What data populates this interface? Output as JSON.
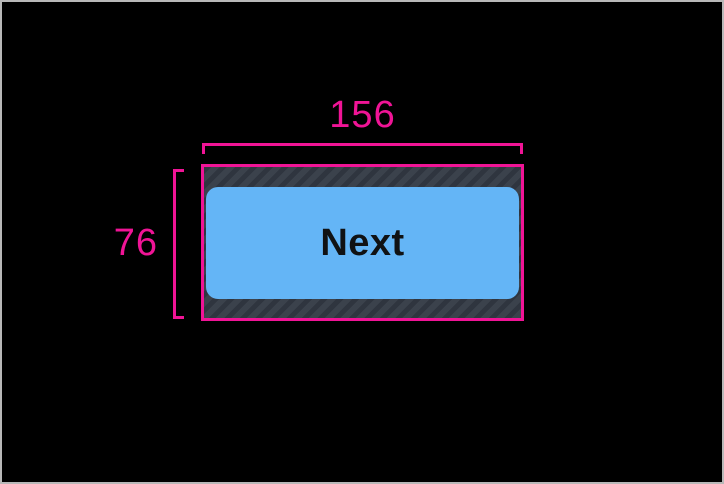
{
  "canvas": {
    "background": "#000000",
    "frame_border_color": "#b8b8b8"
  },
  "annotations": {
    "width_label": "156",
    "height_label": "76",
    "measure_color": "#F01496"
  },
  "touch_target": {
    "hatch_background": "#3B424C",
    "hatch_stripe": "#2F353F",
    "outline_color": "#F01496"
  },
  "button": {
    "label": "Next",
    "fill": "#64B5F6",
    "text_color": "#101214"
  }
}
